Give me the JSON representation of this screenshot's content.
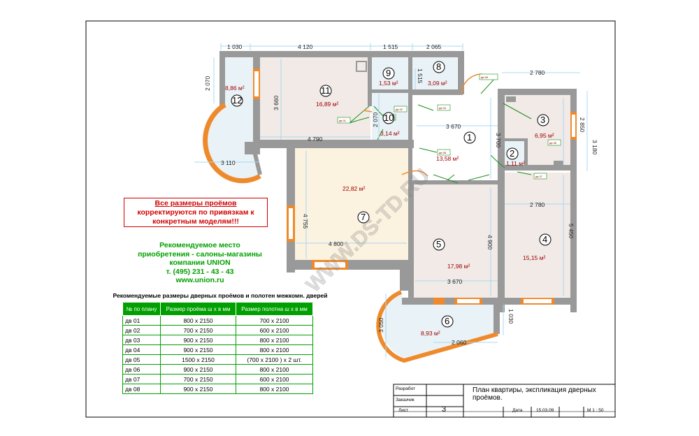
{
  "dimensions": {
    "top": [
      "1 030",
      "4 120",
      "1 515",
      "2 065"
    ],
    "right_top": "2 780",
    "left_12": "2 070",
    "bottom_12": "3 110",
    "room11_height": "3 660",
    "room11_width": "4 790",
    "room10_height": "2 070",
    "room8_side": "1 515",
    "room1_width": "3 670",
    "room1_height": "3 700",
    "room3_height": "2 850",
    "right_total": "3 180",
    "room4_width": "2 780",
    "room4_height": "5 450",
    "room7_height": "4 755",
    "room7_width": "4 800",
    "room5_height": "4 900",
    "room5_width": "3 670",
    "room6_height": "3 050",
    "room6_side": "1 030",
    "room6_width": "2 060"
  },
  "rooms": [
    {
      "number": "1",
      "area": "13,58 м²"
    },
    {
      "number": "2",
      "area": "1,11 м²"
    },
    {
      "number": "3",
      "area": "6,95 м²"
    },
    {
      "number": "4",
      "area": "15,15 м²"
    },
    {
      "number": "5",
      "area": "17,98 м²"
    },
    {
      "number": "6",
      "area": "8,93 м²"
    },
    {
      "number": "7",
      "area": "22,82 м²"
    },
    {
      "number": "8",
      "area": "3,09 м²"
    },
    {
      "number": "9",
      "area": "1,53 м²"
    },
    {
      "number": "10",
      "area": "3,14 м²"
    },
    {
      "number": "11",
      "area": "16,89 м²"
    },
    {
      "number": "12",
      "area": "8,86 м²"
    }
  ],
  "door_tags": [
    "дв 01",
    "дв 02",
    "дв 03",
    "дв 04",
    "дв 05",
    "дв 06",
    "дв 07",
    "дв 08"
  ],
  "watermark": "WWW.DS-TD.RU",
  "notice": {
    "line1": "Все размеры проёмов",
    "line2": "корректируются по привязкам к",
    "line3": "конкретным моделям!!!"
  },
  "promo": {
    "line1": "Рекомендуемое место",
    "line2": "приобретения - салоны-магазины",
    "line3": "компании UNION",
    "phone": "т. (495) 231 - 43 - 43",
    "site": "www.union.ru"
  },
  "doors_table": {
    "title": "Рекомендуемые размеры дверных проёмов и полотен межкомн. дверей",
    "headers": [
      "№ по плану",
      "Размер проёма ш х в  мм",
      "Размер полотна  ш х в  мм"
    ],
    "rows": [
      [
        "дв 01",
        "800 х 2150",
        "700 х 2100"
      ],
      [
        "дв 02",
        "700 х 2150",
        "600 х 2100"
      ],
      [
        "дв 03",
        "900 х 2150",
        "800 х 2100"
      ],
      [
        "дв 04",
        "900 х 2150",
        "800 х 2100"
      ],
      [
        "дв 05",
        "1500 х 2150",
        "(700 х 2100 ) х 2 шт."
      ],
      [
        "дв 06",
        "900 х 2150",
        "800 х 2100"
      ],
      [
        "дв 07",
        "700 х 2150",
        "600 х 2100"
      ],
      [
        "дв 08",
        "900 х 2150",
        "800 х 2100"
      ]
    ]
  },
  "title_block": {
    "developer_label": "Разработ",
    "customer_label": "Заказчик",
    "sheet_label": "Лист",
    "sheet_number": "3",
    "title": "План квартиры, экспликация дверных проёмов.",
    "date_label": "Дата",
    "date": "15.03.09",
    "scale": "М 1 : 50"
  },
  "colors": {
    "wall": "#999999",
    "window": "#ef8a2c",
    "room_fill": "#f1eae6",
    "room7_fill": "#fbf2df",
    "dimension": "#a9d8f3",
    "accent_green": "#00a000",
    "accent_red": "#d00000"
  }
}
